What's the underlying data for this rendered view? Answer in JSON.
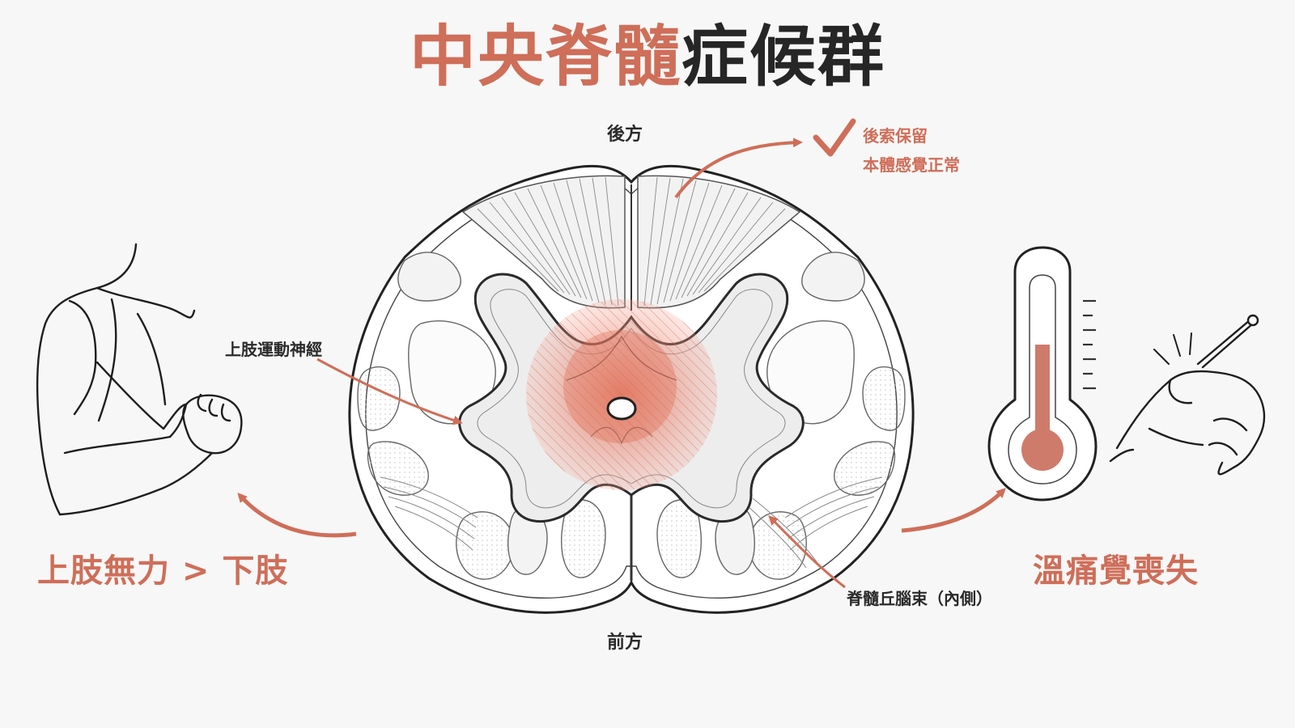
{
  "title": {
    "accent": "中央脊髓",
    "dark": "症候群"
  },
  "orientation": {
    "posterior": "後方",
    "anterior": "前方"
  },
  "annotations": {
    "dorsal_column_line1": "後索保留",
    "dorsal_column_line2": "本體感覺正常",
    "upper_limb_motor": "上肢運動神經",
    "spinothalamic": "脊髓丘腦束（內側）"
  },
  "effects": {
    "weakness": "上肢無力 > 下肢",
    "pain_temp_loss": "溫痛覺喪失"
  },
  "colors": {
    "accent": "#cf6e59",
    "lesion": "#e8856f",
    "ink": "#262626",
    "background": "#f7f7f7"
  },
  "icons": [
    "check-icon",
    "flexed-arm-icon",
    "thermometer-icon",
    "pin-prick-icon"
  ]
}
